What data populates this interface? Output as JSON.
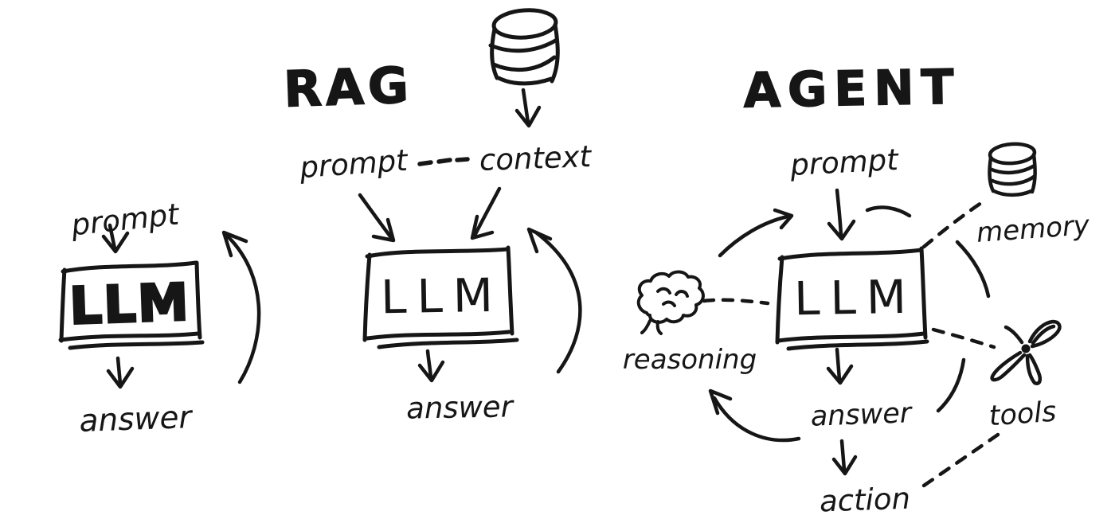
{
  "page": {
    "background": "#ffffff",
    "ink_color": "#161616"
  },
  "llm_diagram": {
    "prompt_label": "prompt",
    "model_label": "LLM",
    "answer_label": "answer"
  },
  "rag_diagram": {
    "title": "RAG",
    "prompt_label": "prompt",
    "context_label": "context",
    "model_label": "LLM",
    "answer_label": "answer",
    "icons": [
      "database-icon"
    ]
  },
  "agent_diagram": {
    "title": "AGENT",
    "prompt_label": "prompt",
    "model_label": "LLM",
    "answer_label": "answer",
    "action_label": "action",
    "memory_label": "memory",
    "reasoning_label": "reasoning",
    "tools_label": "tools",
    "icons": [
      "database-icon",
      "brain-icon",
      "shears-icon"
    ]
  }
}
